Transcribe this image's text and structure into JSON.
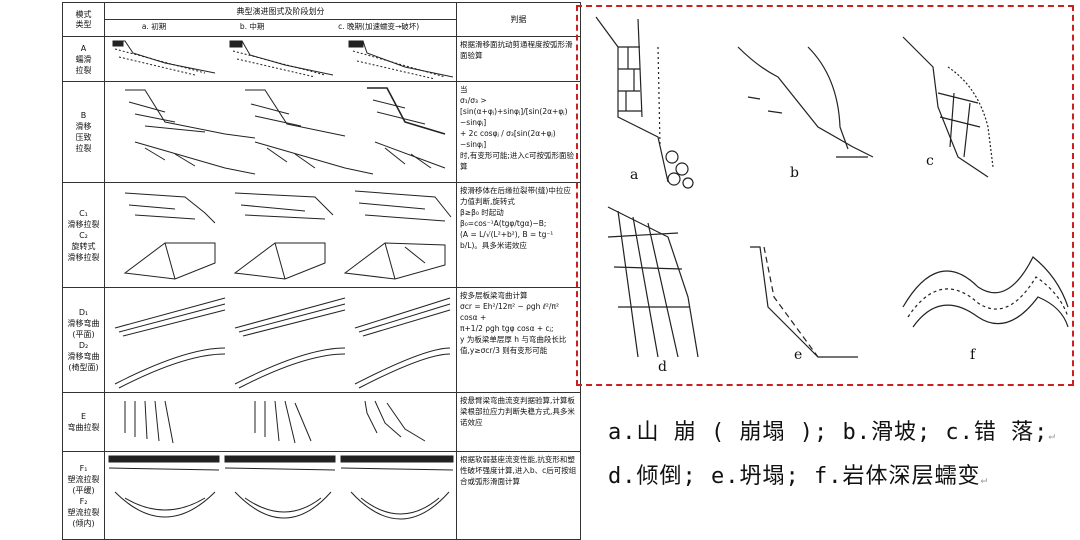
{
  "table": {
    "header_mode": "模式\n类型",
    "header_stage": "典型演进图式及阶段划分",
    "stage_a": "a. 初期",
    "stage_b": "b. 中期",
    "stage_c": "c. 晚期(加速蠕变→破坏)",
    "header_criterion": "判据",
    "rows": [
      {
        "mode": "A\n蠕滑\n拉裂",
        "criterion": "根据滑移面抗动剪通程度按弧形滑面验算"
      },
      {
        "mode": "B\n滑移\n压致\n拉裂",
        "criterion": "当\nσ₁/σ₃ > [sin(α+φⱼ)+sinφⱼ]/[sin(2α+φⱼ)−sinφⱼ]\n+ 2c cosφⱼ / σ₃[sin(2α+φⱼ)−sinφⱼ]\n时,有变形可能;进入c可按弧形面验算"
      },
      {
        "mode": "C₁\n滑移拉裂\nC₂\n旋转式\n滑移拉裂",
        "criterion": "按滑移体在后缘拉裂带(缝)中拉应力值判断,旋转式\nβ≥β₀ 时起动\nβ₀=cos⁻¹A(tgφ/tgα)−B;\n(A = L/√(L²+b²), B = tg⁻¹ b/L)。具多米诺效应"
      },
      {
        "mode": "D₁\n滑移弯曲\n(平面)\nD₂\n滑移弯曲\n(椅型面)",
        "criterion": "按多层板梁弯曲计算\nσcr = Eh²/12π² − ρgh ℓ²/π² cosα +\nπ+1/2 ρgh tgφ cosα + cⱼ;\ny 为板梁单层厚 h 与弯曲段长比值,y≥σcr/3 则有变形可能"
      },
      {
        "mode": "E\n弯曲拉裂",
        "criterion": "按悬臂梁弯曲流变判据验算,计算板梁根部拉应力判断失稳方式,具多米诺效应"
      },
      {
        "mode": "F₁\n塑流拉裂\n(平缓)\nF₂\n塑流拉裂\n(倾内)",
        "criterion": "根据软弱基座流变性能,抗变形和塑性破坏强度计算,进入b、c后可按组合或弧形滑面计算"
      }
    ]
  },
  "figure": {
    "label_a": "a",
    "label_b": "b",
    "label_c": "c",
    "label_d": "d",
    "label_e": "e",
    "label_f": "f",
    "border_color": "#cc1f1f"
  },
  "caption": {
    "line1": "a.山 崩 ( 崩塌 ); b.滑坡; c.错 落;",
    "line2": "d.倾倒; e.坍塌; f.岩体深层蠕变",
    "mark1": "↵",
    "mark2": "↵"
  }
}
